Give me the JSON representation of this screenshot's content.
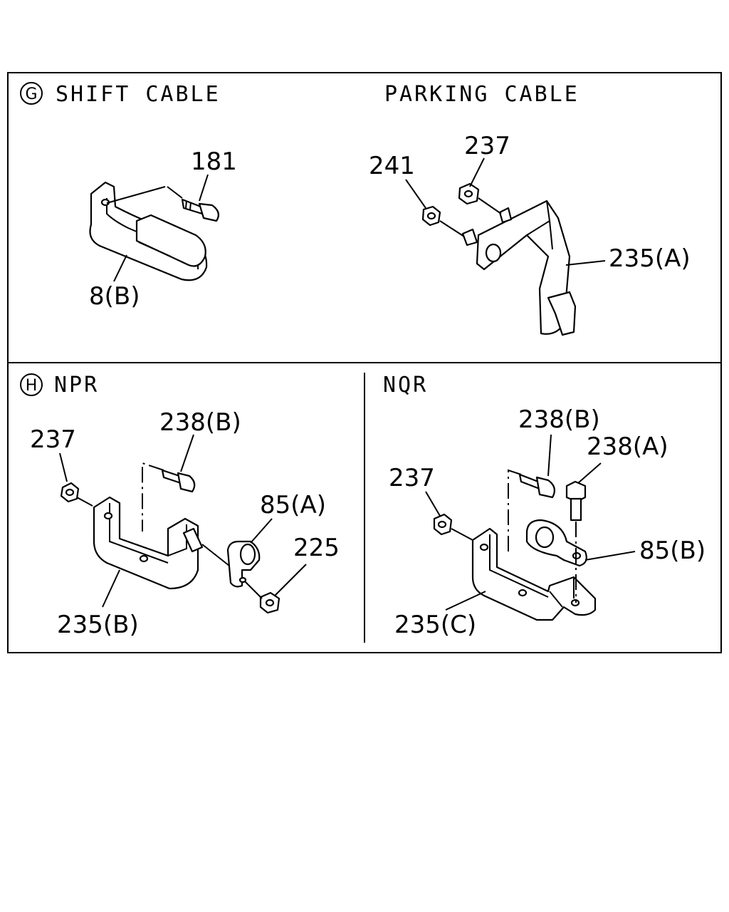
{
  "sections": {
    "g": {
      "marker": "G",
      "left_title": "SHIFT CABLE",
      "right_title": "PARKING CABLE"
    },
    "h": {
      "marker": "H",
      "left_title": "NPR",
      "right_title": "NQR"
    }
  },
  "callouts": {
    "shift_181": "181",
    "shift_8b": "8(B)",
    "park_241": "241",
    "park_237": "237",
    "park_235a": "235(A)",
    "npr_237": "237",
    "npr_238b": "238(B)",
    "npr_85a": "85(A)",
    "npr_225": "225",
    "npr_235b": "235(B)",
    "nqr_238b": "238(B)",
    "nqr_238a": "238(A)",
    "nqr_237": "237",
    "nqr_85b": "85(B)",
    "nqr_235c": "235(C)"
  }
}
